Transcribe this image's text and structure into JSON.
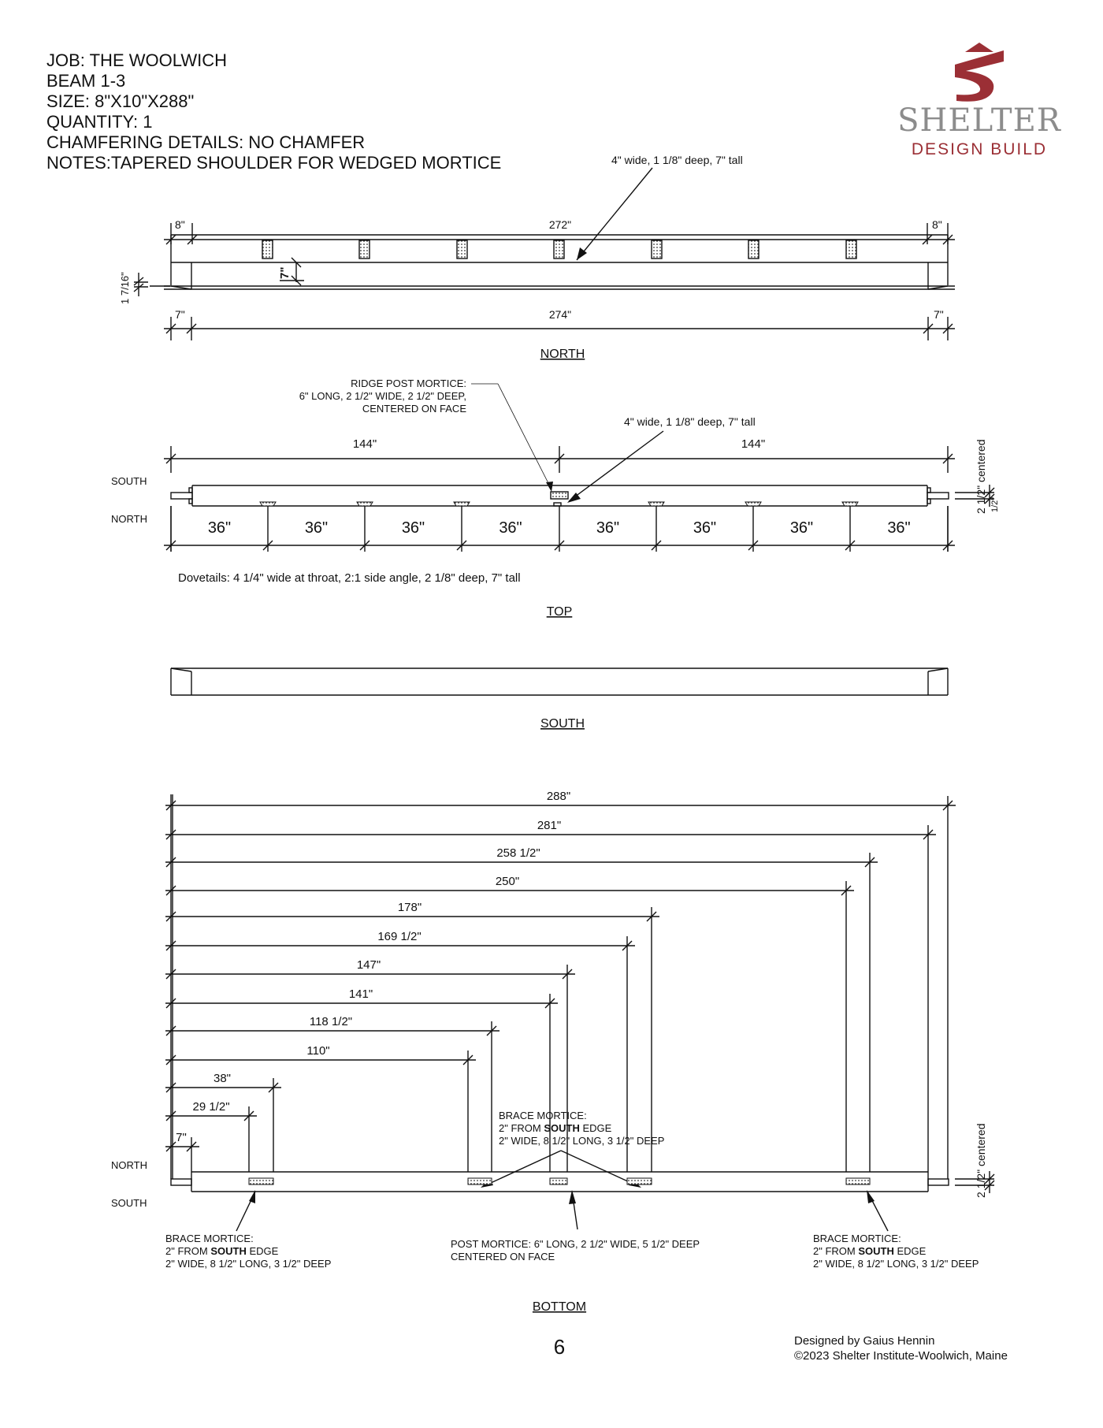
{
  "header": {
    "job": "JOB: THE WOOLWICH",
    "beam": "BEAM 1-3",
    "size": "SIZE: 8\"X10\"X288\"",
    "quantity": "QUANTITY: 1",
    "chamfer": "CHAMFERING DETAILS: NO CHAMFER",
    "notes": "NOTES:TAPERED SHOULDER FOR WEDGED MORTICE"
  },
  "logo": {
    "word": "SHELTER",
    "sub": "DESIGN BUILD",
    "colors": {
      "mark": "#9b2f35",
      "word": "#8c8c8c"
    }
  },
  "north_view": {
    "callout": "4\" wide, 1 1/8\" deep, 7\" tall",
    "dim_top_left": "8\"",
    "dim_top_mid": "272\"",
    "dim_top_right": "8\"",
    "dim_mortise_height": "7\"",
    "dim_shoulder": "1 7/16\"",
    "dim_bot_left": "7\"",
    "dim_bot_mid": "274\"",
    "dim_bot_right": "7\"",
    "label": "NORTH"
  },
  "top_view": {
    "ridge_note": [
      "RIDGE POST MORTICE:",
      "6\" LONG, 2 1/2\" WIDE, 2 1/2\" DEEP,",
      "CENTERED ON FACE"
    ],
    "callout": "4\" wide, 1 1/8\" deep, 7\" tall",
    "dim_half_left": "144\"",
    "dim_half_right": "144\"",
    "side_south": "SOUTH",
    "side_north": "NORTH",
    "spacings": [
      "36\"",
      "36\"",
      "36\"",
      "36\"",
      "36\"",
      "36\"",
      "36\"",
      "36\""
    ],
    "tenon_note": "2 1/2\" centered",
    "tenon_dim": "1/2\"",
    "dovetail_note": "Dovetails:  4 1/4\" wide at throat, 2:1 side angle,  2 1/8\" deep, 7\" tall",
    "label": "TOP"
  },
  "south_view": {
    "label": "SOUTH"
  },
  "bottom_view": {
    "dims": [
      "288\"",
      "281\"",
      "258 1/2\"",
      "250\"",
      "178\"",
      "169 1/2\"",
      "147\"",
      "141\"",
      "118 1/2\"",
      "110\"",
      "38\"",
      "29 1/2\"",
      "7\""
    ],
    "side_north": "NORTH",
    "side_south": "SOUTH",
    "brace_center": {
      "l1": "BRACE MORTICE:",
      "l2_pre": "2\" FROM ",
      "l2_bold": "SOUTH",
      "l2_post": " EDGE",
      "l3": "2\" WIDE, 8 1/2\" LONG, 3 1/2\" DEEP"
    },
    "brace_left": {
      "l1": "BRACE MORTICE:",
      "l2_pre": "2\" FROM ",
      "l2_bold": "SOUTH",
      "l2_post": " EDGE",
      "l3": "2\" WIDE, 8 1/2\" LONG, 3 1/2\" DEEP"
    },
    "brace_right": {
      "l1": "BRACE MORTICE:",
      "l2_pre": "2\" FROM ",
      "l2_bold": "SOUTH",
      "l2_post": " EDGE",
      "l3": "2\" WIDE, 8 1/2\" LONG, 3 1/2\" DEEP"
    },
    "post_note": [
      "POST MORTICE: 6\" LONG, 2 1/2\" WIDE, 5 1/2\" DEEP",
      "CENTERED ON FACE"
    ],
    "tenon_note": "2 1/2\" centered",
    "label": "BOTTOM"
  },
  "footer": {
    "page": "6",
    "credit_1": "Designed by Gaius Hennin",
    "credit_2": "©2023 Shelter Institute-Woolwich, Maine"
  }
}
